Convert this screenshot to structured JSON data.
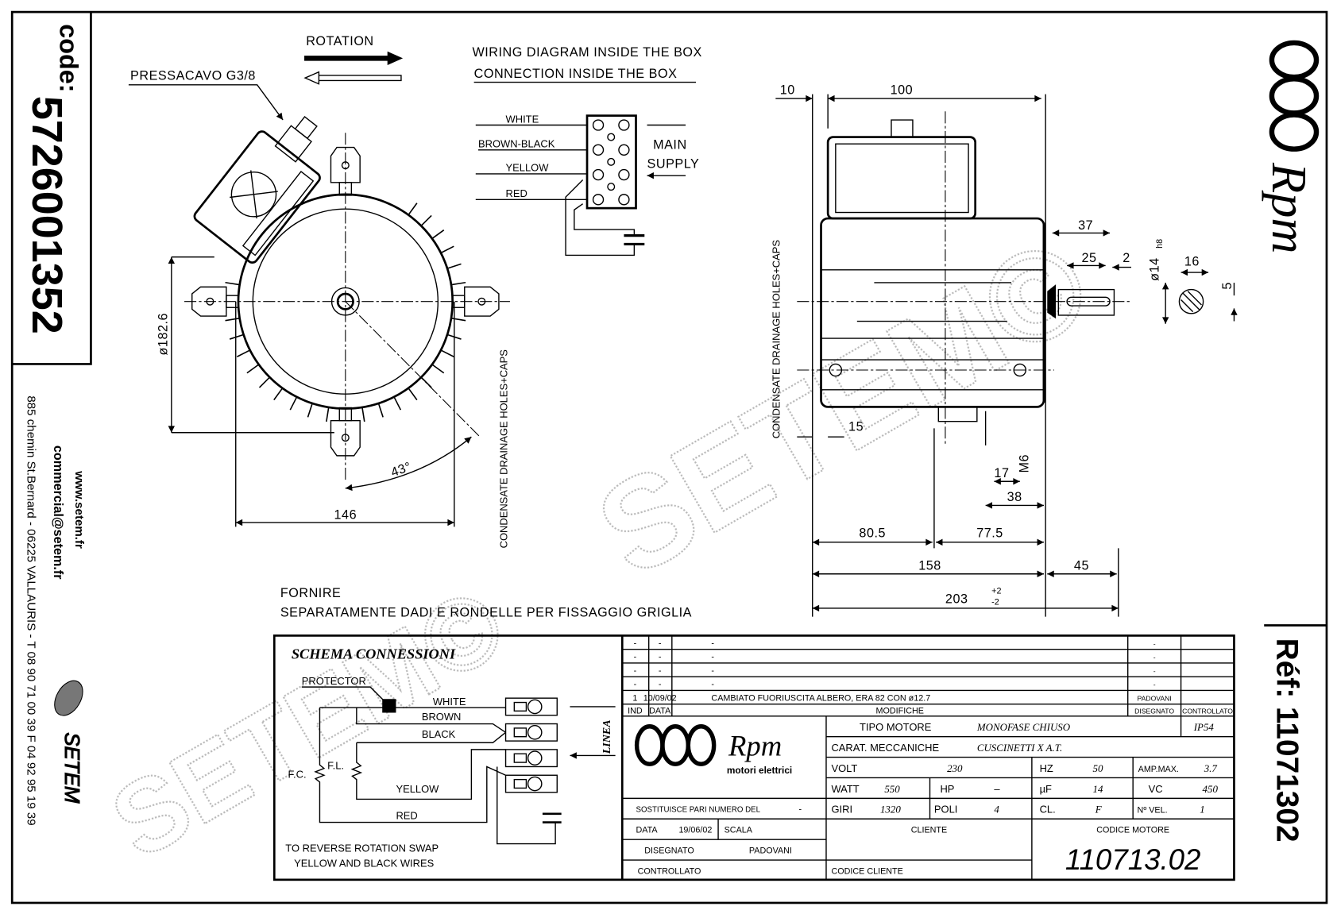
{
  "sidebar": {
    "code_label": "code:",
    "code_value": "5726001352",
    "website": "www.setem.fr",
    "email": "commercial@setem.fr",
    "address": "885 chemin St.Bernard  -  06225 VALLAURIS  -  T 08 90 71 00 39   F 04 92 95 19 39",
    "logo_text": "SETEM"
  },
  "right_strip": {
    "brand": "Rpm",
    "ref": "Réf:  11071302"
  },
  "watermark": "SETEM©",
  "front_view": {
    "rotation_label": "ROTATION",
    "pressacavo": "PRESSACAVO G3/8",
    "diameter": "ø182.6",
    "width": "146",
    "angle": "43°",
    "drainage": "CONDENSATE DRAINAGE HOLES+CAPS"
  },
  "wiring": {
    "title1": "WIRING DIAGRAM INSIDE THE BOX",
    "title2": "CONNECTION INSIDE THE BOX",
    "wires": [
      "WHITE",
      "BROWN-BLACK",
      "YELLOW",
      "RED"
    ],
    "supply1": "MAIN",
    "supply2": "SUPPLY"
  },
  "side_view": {
    "dim_10": "10",
    "dim_100": "100",
    "dim_37": "37",
    "dim_25": "25",
    "dim_2": "2",
    "shaft_dia": "ø14",
    "shaft_tol": "h8",
    "dim_16": "16",
    "dim_5": "5",
    "dim_15": "15",
    "dim_17": "17",
    "dim_m6": "M6",
    "dim_38": "38",
    "dim_80_5": "80.5",
    "dim_77_5": "77.5",
    "dim_158": "158",
    "dim_45": "45",
    "dim_203": "203",
    "tol_plus": "+2",
    "tol_minus": "-2",
    "drainage": "CONDENSATE DRAINAGE HOLES+CAPS"
  },
  "note": {
    "line1": "FORNIRE",
    "line2": "SEPARATAMENTE DADI E RONDELLE PER FISSAGGIO GRIGLIA"
  },
  "schema": {
    "title": "SCHEMA CONNESSIONI",
    "protector": "PROTECTOR",
    "white": "WHITE",
    "brown": "BROWN",
    "black": "BLACK",
    "yellow": "YELLOW",
    "red": "RED",
    "fc": "F.C.",
    "fl": "F.L.",
    "linea": "LINEA",
    "reverse1": "TO REVERSE ROTATION SWAP",
    "reverse2": "YELLOW AND BLACK WIRES"
  },
  "revisions": {
    "rows": [
      {
        "ind": "-",
        "data": "-",
        "mod": "-",
        "dis": "-",
        "con": ""
      },
      {
        "ind": "-",
        "data": "-",
        "mod": "-",
        "dis": "-",
        "con": ""
      },
      {
        "ind": "-",
        "data": "-",
        "mod": "-",
        "dis": "-",
        "con": ""
      },
      {
        "ind": "-",
        "data": "-",
        "mod": "-",
        "dis": "-",
        "con": ""
      },
      {
        "ind": "1",
        "data": "10/09/02",
        "mod": "CAMBIATO FUORIUSCITA ALBERO, ERA 82 CON ø12.7",
        "dis": "PADOVANI",
        "con": ""
      }
    ],
    "headers": {
      "ind": "IND",
      "data": "DATA",
      "mod": "MODIFICHE",
      "dis": "DISEGNATO",
      "con": "CONTROLLATO"
    }
  },
  "title_block": {
    "logo": "Rpm",
    "logo_sub": "motori elettrici",
    "tipo_label": "TIPO MOTORE",
    "tipo_value": "MONOFASE CHIUSO",
    "ip": "IP54",
    "carat_label": "CARAT. MECCANICHE",
    "carat_value": "CUSCINETTI X A.T.",
    "volt_label": "VOLT",
    "volt": "230",
    "hz_label": "HZ",
    "hz": "50",
    "amp_label": "AMP.MAX.",
    "amp": "3.7",
    "watt_label": "WATT",
    "watt": "550",
    "hp_label": "HP",
    "hp": "–",
    "uf_label": "µF",
    "uf": "14",
    "vc_label": "VC",
    "vc": "450",
    "giri_label": "GIRI",
    "giri": "1320",
    "poli_label": "POLI",
    "poli": "4",
    "cl_label": "CL.",
    "cl": "F",
    "vel_label": "Nº VEL.",
    "vel": "1",
    "sostituisce": "SOSTITUISCE PARI NUMERO DEL",
    "sostituisce_value": "-",
    "data_label": "DATA",
    "data": "19/06/02",
    "scala_label": "SCALA",
    "disegnato_label": "DISEGNATO",
    "disegnato": "PADOVANI",
    "controllato_label": "CONTROLLATO",
    "cliente_label": "CLIENTE",
    "codice_cliente_label": "CODICE CLIENTE",
    "codice_motore_label": "CODICE MOTORE",
    "codice_motore": "110713.02"
  }
}
